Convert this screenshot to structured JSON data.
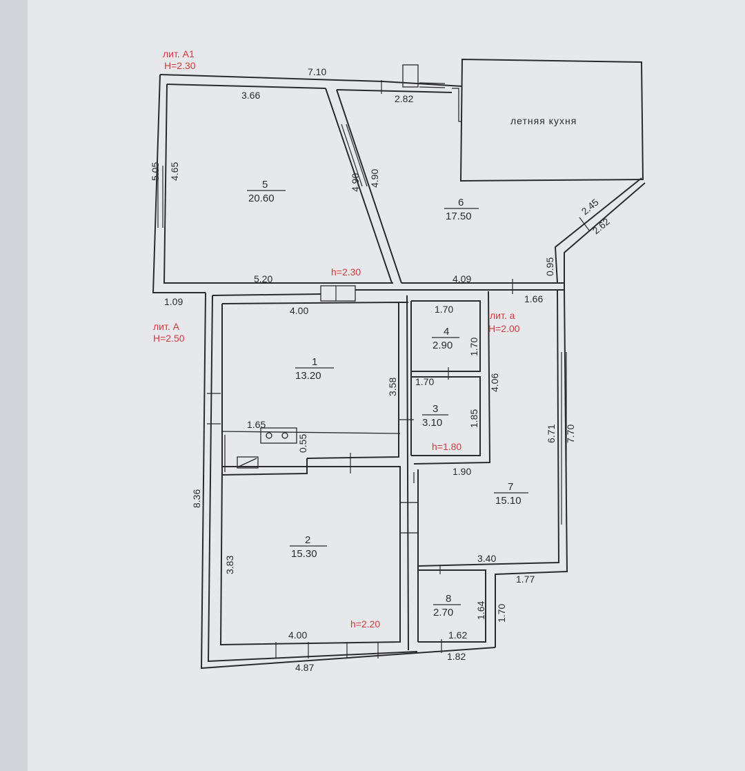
{
  "labels": {
    "lit_a1": "лит. А1",
    "h_a1": "Н=2.30",
    "lit_a": "лит. А",
    "h_a": "Н=2.50",
    "lit_a_small": "лит. а",
    "h_a_small": "Н=2.00",
    "summer_kitchen": "летняя кухня"
  },
  "ceiling_heights": {
    "room1_door": "h=2.30",
    "room3": "h=1.80",
    "room2": "h=2.20"
  },
  "rooms": [
    {
      "id": "room-5",
      "number": "5",
      "area": "20.60"
    },
    {
      "id": "room-6",
      "number": "6",
      "area": "17.50"
    },
    {
      "id": "room-1",
      "number": "1",
      "area": "13.20"
    },
    {
      "id": "room-4",
      "number": "4",
      "area": "2.90"
    },
    {
      "id": "room-3",
      "number": "3",
      "area": "3.10"
    },
    {
      "id": "room-7",
      "number": "7",
      "area": "15.10"
    },
    {
      "id": "room-2",
      "number": "2",
      "area": "15.30"
    },
    {
      "id": "room-8",
      "number": "8",
      "area": "2.70"
    }
  ],
  "dimensions": {
    "d710": "7.10",
    "d282": "2.82",
    "d366": "3.66",
    "d505": "5.05",
    "d465": "4.65",
    "d490a": "4.90",
    "d490b": "4.90",
    "d245": "2.45",
    "d262": "2.62",
    "d095": "0.95",
    "d520": "5.20",
    "d409": "4.09",
    "d109": "1.09",
    "d400a": "4.00",
    "d170a": "1.70",
    "d170b": "1.70",
    "d166": "1.66",
    "d358": "3.58",
    "d170c": "1.70",
    "d406": "4.06",
    "d185": "1.85",
    "d671": "6.71",
    "d770": "7.70",
    "d165": "1.65",
    "d055": "0.55",
    "d190": "1.90",
    "d836": "8.36",
    "d383": "3.83",
    "d340": "3.40",
    "d177": "1.77",
    "d164": "1.64",
    "d170d": "1.70",
    "d162": "1.62",
    "d400b": "4.00",
    "d182": "1.82",
    "d487": "4.87"
  }
}
